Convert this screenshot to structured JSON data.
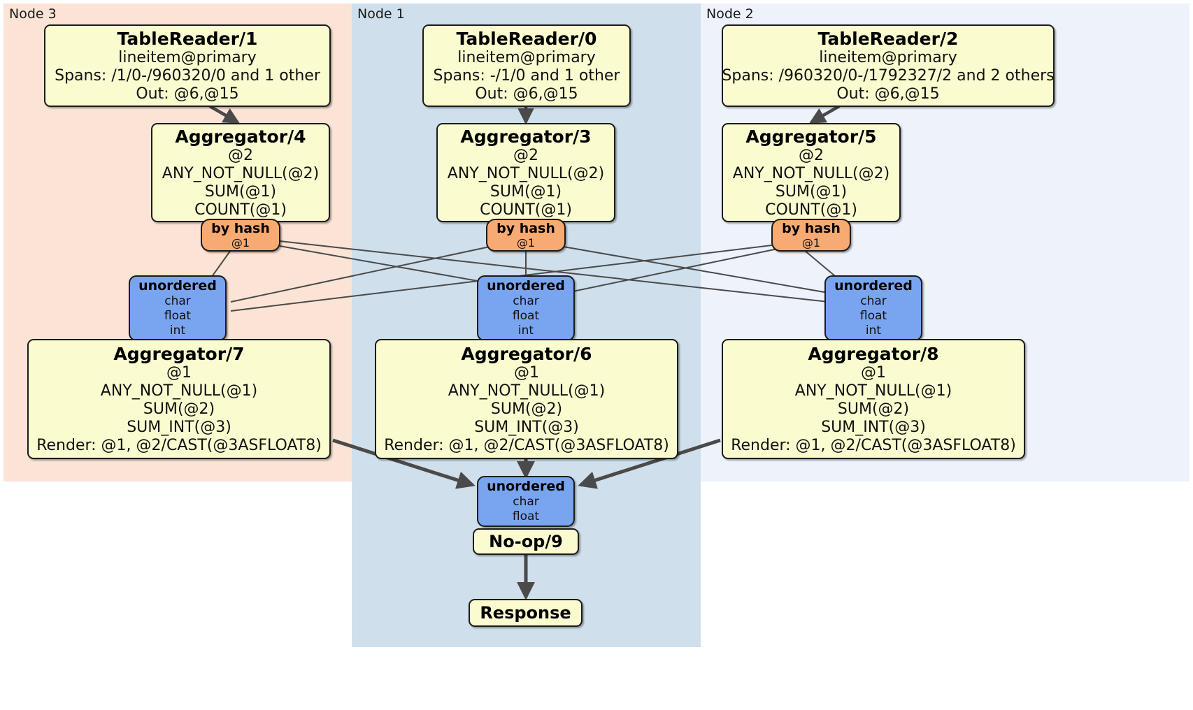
{
  "diagram": {
    "title": "Distributed SQL query execution plan",
    "colors": {
      "node3_panel": "#fbe3d6",
      "node1_panel": "#cfdfeb",
      "node2_panel": "#edf2fb",
      "processor_box": "#fbfbd0",
      "router_box": "#f7aa72",
      "synchronizer_box": "#79a5f0",
      "edge_thin": "#4a4a4a",
      "edge_thick": "#4a4a4a",
      "border": "#1b1b1b"
    }
  },
  "panels": [
    {
      "id": "node3",
      "label": "Node 3"
    },
    {
      "id": "node1",
      "label": "Node 1"
    },
    {
      "id": "node2",
      "label": "Node 2"
    }
  ],
  "nodes": {
    "tablereader1": {
      "title": "TableReader/1",
      "lines": [
        "lineitem@primary",
        "Spans: /1/0-/960320/0 and 1 other",
        "Out: @6,@15"
      ]
    },
    "tablereader0": {
      "title": "TableReader/0",
      "lines": [
        "lineitem@primary",
        "Spans: -/1/0 and 1 other",
        "Out: @6,@15"
      ]
    },
    "tablereader2": {
      "title": "TableReader/2",
      "lines": [
        "lineitem@primary",
        "Spans: /960320/0-/1792327/2 and 2 others",
        "Out: @6,@15"
      ]
    },
    "aggregator4": {
      "title": "Aggregator/4",
      "lines": [
        "@2",
        "ANY_NOT_NULL(@2)",
        "SUM(@1)",
        "COUNT(@1)"
      ]
    },
    "aggregator3": {
      "title": "Aggregator/3",
      "lines": [
        "@2",
        "ANY_NOT_NULL(@2)",
        "SUM(@1)",
        "COUNT(@1)"
      ]
    },
    "aggregator5": {
      "title": "Aggregator/5",
      "lines": [
        "@2",
        "ANY_NOT_NULL(@2)",
        "SUM(@1)",
        "COUNT(@1)"
      ]
    },
    "byhash_left": {
      "title": "by hash",
      "lines": [
        "@1"
      ]
    },
    "byhash_center": {
      "title": "by hash",
      "lines": [
        "@1"
      ]
    },
    "byhash_right": {
      "title": "by hash",
      "lines": [
        "@1"
      ]
    },
    "unordered_left": {
      "title": "unordered",
      "lines": [
        "char",
        "float",
        "int"
      ]
    },
    "unordered_center": {
      "title": "unordered",
      "lines": [
        "char",
        "float",
        "int"
      ]
    },
    "unordered_right": {
      "title": "unordered",
      "lines": [
        "char",
        "float",
        "int"
      ]
    },
    "aggregator7": {
      "title": "Aggregator/7",
      "lines": [
        "@1",
        "ANY_NOT_NULL(@1)",
        "SUM(@2)",
        "SUM_INT(@3)",
        "Render: @1, @2/CAST(@3ASFLOAT8)"
      ]
    },
    "aggregator6": {
      "title": "Aggregator/6",
      "lines": [
        "@1",
        "ANY_NOT_NULL(@1)",
        "SUM(@2)",
        "SUM_INT(@3)",
        "Render: @1, @2/CAST(@3ASFLOAT8)"
      ]
    },
    "aggregator8": {
      "title": "Aggregator/8",
      "lines": [
        "@1",
        "ANY_NOT_NULL(@1)",
        "SUM(@2)",
        "SUM_INT(@3)",
        "Render: @1, @2/CAST(@3ASFLOAT8)"
      ]
    },
    "unordered_final": {
      "title": "unordered",
      "lines": [
        "char",
        "float"
      ]
    },
    "noop9": {
      "title": "No-op/9",
      "lines": []
    },
    "response": {
      "title": "Response",
      "lines": []
    }
  }
}
